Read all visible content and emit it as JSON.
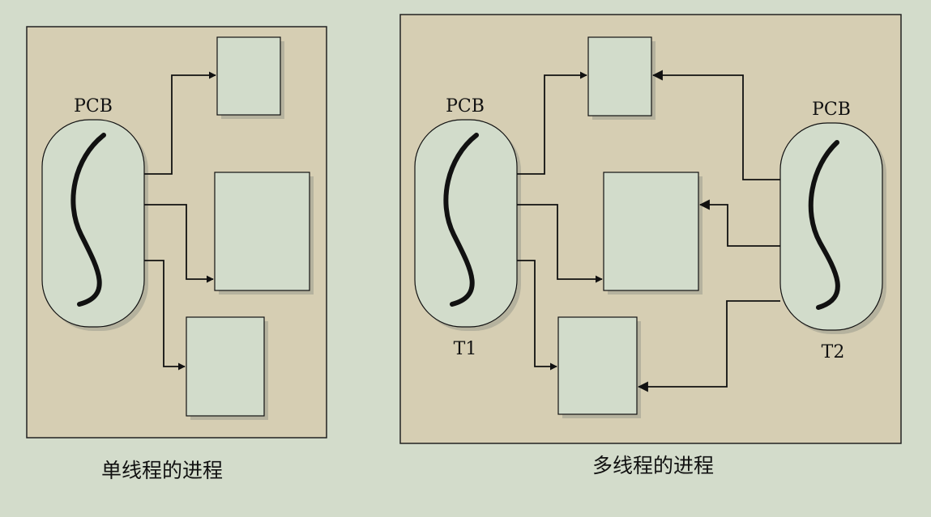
{
  "single_thread_process": {
    "pcb_label": "PCB",
    "caption": "单线程的进程"
  },
  "multi_thread_process": {
    "pcb_label_left": "PCB",
    "pcb_label_right": "PCB",
    "thread_1_label": "T1",
    "thread_2_label": "T2",
    "caption": "多线程的进程"
  },
  "colors": {
    "background": "#d3dccb",
    "panel": "#d6ceb3",
    "box": "#d2dccb",
    "ink": "#111111"
  }
}
